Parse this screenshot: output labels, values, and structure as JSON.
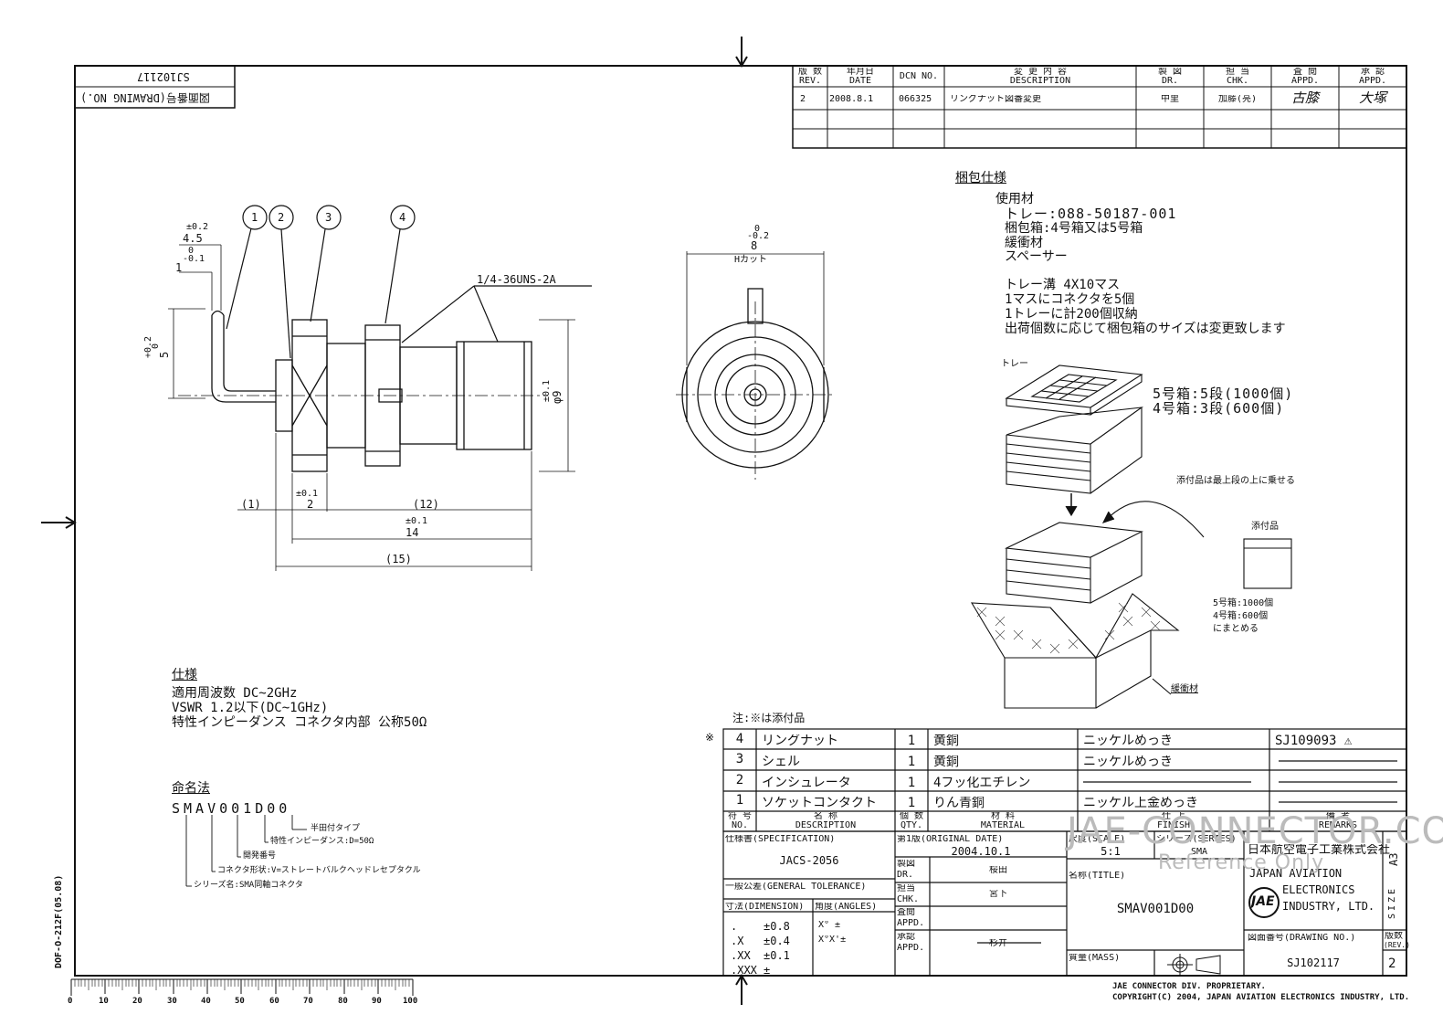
{
  "drawing_no_box": {
    "label": "図面番号(DRAWING NO.)",
    "value": "SJ102117"
  },
  "revision_table": {
    "headers": [
      {
        "ja": "版 数",
        "en": "REV."
      },
      {
        "ja": "年月日",
        "en": "DATE"
      },
      {
        "ja": "",
        "en": "DCN NO."
      },
      {
        "ja": "変 更 内 容",
        "en": "DESCRIPTION"
      },
      {
        "ja": "製 図",
        "en": "DR."
      },
      {
        "ja": "担 当",
        "en": "CHK."
      },
      {
        "ja": "査 閲",
        "en": "APPD."
      },
      {
        "ja": "承 認",
        "en": "APPD."
      }
    ],
    "rows": [
      {
        "rev": "2",
        "date": "2008.8.1",
        "dcn": "066325",
        "desc": "リングナット図番変更",
        "dr": "中里",
        "chk": "加藤(亮)",
        "appd1": "古膝",
        "appd2": "大塚"
      }
    ]
  },
  "callouts": [
    "1",
    "2",
    "3",
    "4"
  ],
  "dimensions": {
    "tol_02": "±0.2",
    "d45": "4.5",
    "tol_0": "0",
    "tol_m01": "-0.1",
    "d1": "1",
    "thread": "1/4-36UNS-2A",
    "d5_tol": "+0.2",
    "d5_tol0": "0",
    "d5": "5",
    "d9_tol": "±0.1",
    "d9": "φ9",
    "d_paren1": "(1)",
    "d2_tol": "±0.1",
    "d2": "2",
    "d12": "(12)",
    "d14_tol": "±0.1",
    "d14": "14",
    "d15": "(15)",
    "h_tol0": "0",
    "h_tolm": "-0.2",
    "h8": "8",
    "hcut": "Hカット"
  },
  "packing": {
    "title": "梱包仕様",
    "lines": [
      "使用材",
      "トレー:088-50187-001",
      "梱包箱:4号箱又は5号箱",
      "緩衝材",
      "スペーサー",
      "",
      "トレー溝 4X10マス",
      "1マスにコネクタを5個",
      "1トレーに計200個収納",
      "出荷個数に応じて梱包箱のサイズは変更致します"
    ],
    "tray_label": "トレー",
    "box5": "5号箱:5段(1000個)",
    "box4": "4号箱:3段(600個)",
    "accessory_note": "添付品は最上段の上に乗せる",
    "accessory_label": "添付品",
    "acc_lines": [
      "5号箱:1000個",
      "4号箱:600個",
      "にまとめる"
    ],
    "cushion": "緩衝材"
  },
  "spec": {
    "title": "仕様",
    "lines": [
      "適用周波数 DC~2GHz",
      "VSWR 1.2以下(DC~1GHz)",
      "特性インピーダンス コネクタ内部 公称50Ω"
    ]
  },
  "naming": {
    "title": "命名法",
    "code": "SMAV001D00",
    "items": [
      "半田付タイプ",
      "特性インピーダンス:D=50Ω",
      "開発番号",
      "コネクタ形状:V=ストレートバルクヘッドレセプタクル",
      "シリーズ名:SMA同軸コネクタ"
    ]
  },
  "note": "注:※は添付品",
  "asterisk": "※",
  "parts": [
    {
      "no": "4",
      "desc": "リングナット",
      "qty": "1",
      "mat": "黄銅",
      "fin": "ニッケルめっき",
      "rem": "SJ109093 ⚠"
    },
    {
      "no": "3",
      "desc": "シェル",
      "qty": "1",
      "mat": "黄銅",
      "fin": "ニッケルめっき",
      "rem": ""
    },
    {
      "no": "2",
      "desc": "インシュレータ",
      "qty": "1",
      "mat": "4フッ化エチレン",
      "fin": "",
      "rem": ""
    },
    {
      "no": "1",
      "desc": "ソケットコンタクト",
      "qty": "1",
      "mat": "りん青銅",
      "fin": "ニッケル上金めっき",
      "rem": ""
    }
  ],
  "parts_header": {
    "no": "符 号",
    "no_en": "NO.",
    "desc": "名 称",
    "desc_en": "DESCRIPTION",
    "qty": "個 数",
    "qty_en": "QTY.",
    "mat": "材 料",
    "mat_en": "MATERIAL",
    "fin": "仕 上",
    "fin_en": "FINISH",
    "rem": "備 考",
    "rem_en": "REMARKS"
  },
  "title_block": {
    "spec_label": "仕様書(SPECIFICATION)",
    "spec_value": "JACS-2056",
    "orig_label": "第1版(ORIGINAL DATE)",
    "orig_value": "2004.10.1",
    "scale_label": "尺度(SCALE)",
    "scale_value": "5:1",
    "series_label": "シリーズ(SERIES)",
    "series_value": "SMA",
    "company_ja": "日本航空電子工業株式会社",
    "company_en1": "JAPAN AVIATION",
    "company_en2": "ELECTRONICS",
    "company_en3": "INDUSTRY, LTD.",
    "logo": "JAE",
    "size_label": "SIZE",
    "size_value": "A3",
    "tol_label": "一般公差(GENERAL TOLERANCE)",
    "dim_label": "寸法(DIMENSION)",
    "ang_label": "角度(ANGLES)",
    "tol_rows": [
      {
        "k": ".",
        "v": "±0.8",
        "a": "X°  ±"
      },
      {
        "k": ".X",
        "v": "±0.4",
        "a": "X°X'±"
      },
      {
        "k": ".XX",
        "v": "±0.1",
        "a": ""
      },
      {
        "k": ".XXX",
        "v": "±",
        "a": ""
      }
    ],
    "dr_label": "製図",
    "dr_en": "DR.",
    "dr_value": "桜田",
    "chk_label": "担当",
    "chk_en": "CHK.",
    "chk_value": "宮下",
    "appd_label": "査閲",
    "appd_en": "APPD.",
    "appd_value": "",
    "appd2_label": "承認",
    "appd2_en": "APPD.",
    "appd2_value": "杉井",
    "title_label": "名称(TITLE)",
    "title_value": "SMAV001D00",
    "mass_label": "質量(MASS)",
    "dwg_label": "図面番号(DRAWING NO.)",
    "dwg_value": "SJ102117",
    "rev_label": "版数",
    "rev_en": "(REV.)",
    "rev_value": "2"
  },
  "watermark1": "JAE-CONNECTOR.COM",
  "watermark2": "Reference Only",
  "proprietary1": "JAE CONNECTOR DIV. PROPRIETARY.",
  "proprietary2": "COPYRIGHT(C) 2004, JAPAN AVIATION ELECTRONICS INDUSTRY, LTD.",
  "form_no": "DOF-O-212F(05.08)",
  "ruler": [
    "0",
    "10",
    "20",
    "30",
    "40",
    "50",
    "60",
    "70",
    "80",
    "90",
    "100"
  ]
}
